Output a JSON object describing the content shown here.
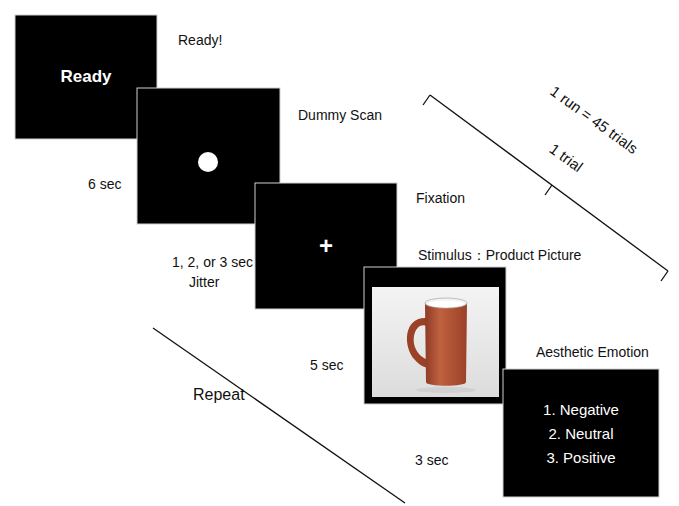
{
  "diagram": {
    "nodes": [
      {
        "text": [
          "Ready"
        ]
      },
      {
        "text": [
          "+"
        ]
      },
      {
        "text": [
          "1. Negative",
          "2. Neutral",
          "3. Positive"
        ]
      }
    ],
    "labels": [
      "Ready!",
      "Dummy Scan",
      "6 sec",
      "Fixation",
      "1, 2, or 3 sec",
      "Jitter",
      "Stimulus：Product Picture",
      "5 sec",
      "Aesthetic Emotion",
      "3 sec",
      "Repeat",
      "1 run = 45 trials",
      "1 trial"
    ]
  }
}
